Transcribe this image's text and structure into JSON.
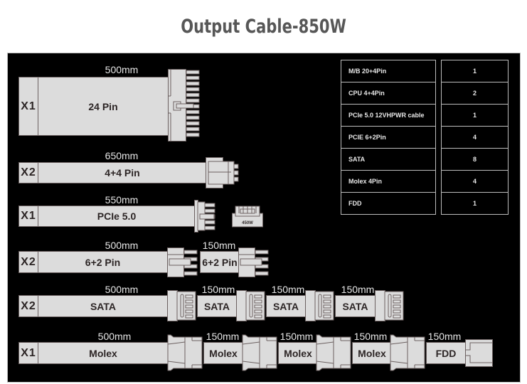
{
  "title": "Output Cable-850W",
  "cables": [
    {
      "id": "24pin",
      "quantity": "X1",
      "length": "500mm",
      "label": "24 Pin",
      "connector": "atx-24pin"
    },
    {
      "id": "cpu",
      "quantity": "X2",
      "length": "650mm",
      "label": "4+4 Pin",
      "connector": "eps-4+4"
    },
    {
      "id": "pcie5",
      "quantity": "X1",
      "length": "550mm",
      "label": "PCIe 5.0",
      "connector": "12vhpwr",
      "extra_chip_label": "450W"
    },
    {
      "id": "pcie62",
      "quantity": "X2",
      "length": "500mm",
      "label": "6+2 Pin",
      "connector": "pcie-6+2",
      "extensions": [
        {
          "length": "150mm",
          "label": "6+2 Pin"
        }
      ]
    },
    {
      "id": "sata",
      "quantity": "X2",
      "length": "500mm",
      "label": "SATA",
      "connector": "sata",
      "extensions": [
        {
          "length": "150mm",
          "label": "SATA"
        },
        {
          "length": "150mm",
          "label": "SATA"
        },
        {
          "length": "150mm",
          "label": "SATA"
        }
      ]
    },
    {
      "id": "molex",
      "quantity": "X1",
      "length": "500mm",
      "label": "Molex",
      "connector": "molex",
      "extensions": [
        {
          "length": "150mm",
          "label": "Molex"
        },
        {
          "length": "150mm",
          "label": "Molex"
        },
        {
          "length": "150mm",
          "label": "Molex"
        },
        {
          "length": "150mm",
          "label": "FDD"
        }
      ]
    }
  ],
  "summary_table": [
    {
      "name": "M/B 20+4Pin",
      "count": "1"
    },
    {
      "name": "CPU 4+4Pin",
      "count": "2"
    },
    {
      "name": "PCIe 5.0 12VHPWR cable",
      "count": "1"
    },
    {
      "name": "PCIE 6+2Pin",
      "count": "4"
    },
    {
      "name": "SATA",
      "count": "8"
    },
    {
      "name": "Molex 4Pin",
      "count": "4"
    },
    {
      "name": "FDD",
      "count": "1"
    }
  ],
  "colors": {
    "panel_bg": "#000000",
    "cable_fill": "#dcdcdc",
    "cable_outline": "#6b6060",
    "text_dark": "#2c2525",
    "text_light": "#e6e6e6",
    "title": "#575757"
  }
}
